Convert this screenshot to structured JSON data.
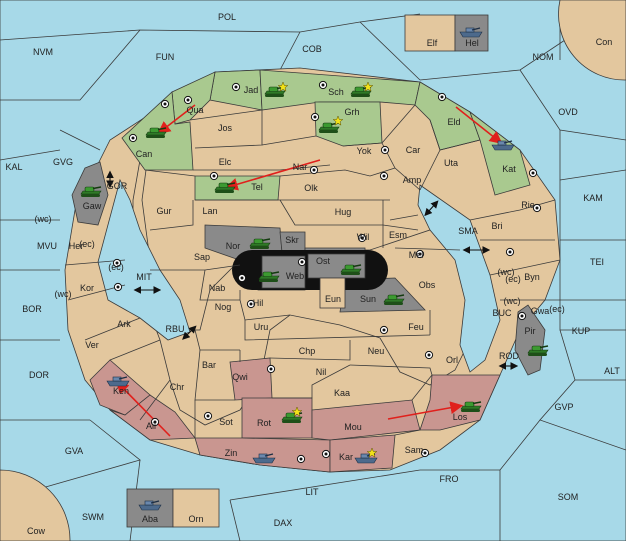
{
  "game": {
    "colors": {
      "sea": "#a7d9e8",
      "land": "#e3c79e",
      "green_power": "#a9c98f",
      "red_power": "#c99690",
      "grey_power": "#8a8a8a",
      "black_power": "#111111",
      "order_arrow": "#e0201c"
    },
    "unit_icons": {
      "army": "tank-icon",
      "fleet": "ship-icon",
      "supply": "supply-center-icon",
      "capture": "star-icon"
    },
    "sea_labels": [
      "POL",
      "NVM",
      "FUN",
      "COB",
      "NOM",
      "Con",
      "OVD",
      "KAL",
      "GVG",
      "KAM",
      "MVU",
      "TEI",
      "BOR",
      "KUP",
      "DOR",
      "ALT",
      "GVP",
      "GVA",
      "FRO",
      "SOM",
      "SWM",
      "LIT",
      "DAX",
      "Cow",
      "GOR",
      "MIT",
      "RBU",
      "SMA",
      "BUC",
      "ROD"
    ],
    "territories": [
      {
        "name": "Jad",
        "owner": "green",
        "unit": "army",
        "star": true
      },
      {
        "name": "Sch",
        "owner": "green",
        "unit": "army",
        "star": true
      },
      {
        "name": "Grh",
        "owner": "green",
        "unit": "army",
        "star": true
      },
      {
        "name": "Qua",
        "owner": "green",
        "unit": ""
      },
      {
        "name": "Can",
        "owner": "green",
        "unit": "army"
      },
      {
        "name": "Tel",
        "owner": "green",
        "unit": "army"
      },
      {
        "name": "Eld",
        "owner": "green",
        "unit": ""
      },
      {
        "name": "Kat",
        "owner": "green",
        "unit": "fleet"
      },
      {
        "name": "Jos",
        "owner": "neutral",
        "unit": ""
      },
      {
        "name": "Elc",
        "owner": "neutral",
        "unit": ""
      },
      {
        "name": "Nar",
        "owner": "neutral",
        "unit": ""
      },
      {
        "name": "Yok",
        "owner": "neutral",
        "unit": ""
      },
      {
        "name": "Car",
        "owner": "neutral",
        "unit": ""
      },
      {
        "name": "Uta",
        "owner": "neutral",
        "unit": ""
      },
      {
        "name": "Amp",
        "owner": "neutral",
        "unit": ""
      },
      {
        "name": "Olk",
        "owner": "neutral",
        "unit": ""
      },
      {
        "name": "Gur",
        "owner": "neutral",
        "unit": ""
      },
      {
        "name": "Lan",
        "owner": "neutral",
        "unit": ""
      },
      {
        "name": "Hug",
        "owner": "neutral",
        "unit": ""
      },
      {
        "name": "Rie",
        "owner": "neutral",
        "unit": ""
      },
      {
        "name": "Bri",
        "owner": "neutral",
        "unit": ""
      },
      {
        "name": "Wil",
        "owner": "neutral",
        "unit": ""
      },
      {
        "name": "Esm",
        "owner": "neutral",
        "unit": ""
      },
      {
        "name": "Mel",
        "owner": "neutral",
        "unit": ""
      },
      {
        "name": "Byn",
        "owner": "neutral",
        "unit": ""
      },
      {
        "name": "Gaw",
        "owner": "grey",
        "unit": "army"
      },
      {
        "name": "Her",
        "owner": "neutral",
        "unit": ""
      },
      {
        "name": "Nor",
        "owner": "grey",
        "unit": "army"
      },
      {
        "name": "Skr",
        "owner": "grey",
        "unit": ""
      },
      {
        "name": "Ost",
        "owner": "grey",
        "unit": "army"
      },
      {
        "name": "Web",
        "owner": "grey",
        "unit": "army"
      },
      {
        "name": "Sap",
        "owner": "neutral",
        "unit": ""
      },
      {
        "name": "Kor",
        "owner": "neutral",
        "unit": ""
      },
      {
        "name": "Nab",
        "owner": "neutral",
        "unit": ""
      },
      {
        "name": "Eun",
        "owner": "neutral",
        "unit": ""
      },
      {
        "name": "Sun",
        "owner": "grey",
        "unit": "army"
      },
      {
        "name": "Obs",
        "owner": "neutral",
        "unit": ""
      },
      {
        "name": "Gwa",
        "owner": "neutral",
        "unit": ""
      },
      {
        "name": "Pir",
        "owner": "grey",
        "unit": "army"
      },
      {
        "name": "Ark",
        "owner": "neutral",
        "unit": ""
      },
      {
        "name": "Nog",
        "owner": "neutral",
        "unit": ""
      },
      {
        "name": "Hil",
        "owner": "neutral",
        "unit": ""
      },
      {
        "name": "Uru",
        "owner": "neutral",
        "unit": ""
      },
      {
        "name": "Feu",
        "owner": "neutral",
        "unit": ""
      },
      {
        "name": "Ver",
        "owner": "neutral",
        "unit": ""
      },
      {
        "name": "Chp",
        "owner": "neutral",
        "unit": ""
      },
      {
        "name": "Neu",
        "owner": "neutral",
        "unit": ""
      },
      {
        "name": "Bar",
        "owner": "neutral",
        "unit": ""
      },
      {
        "name": "Qwi",
        "owner": "red",
        "unit": ""
      },
      {
        "name": "Nil",
        "owner": "neutral",
        "unit": ""
      },
      {
        "name": "Orl",
        "owner": "neutral",
        "unit": ""
      },
      {
        "name": "Chr",
        "owner": "neutral",
        "unit": ""
      },
      {
        "name": "Kaa",
        "owner": "neutral",
        "unit": ""
      },
      {
        "name": "Ken",
        "owner": "red",
        "unit": "fleet"
      },
      {
        "name": "Ail",
        "owner": "red",
        "unit": ""
      },
      {
        "name": "Rot",
        "owner": "red",
        "unit": "army",
        "star": true
      },
      {
        "name": "Sot",
        "owner": "neutral",
        "unit": ""
      },
      {
        "name": "Mou",
        "owner": "red",
        "unit": ""
      },
      {
        "name": "Los",
        "owner": "red",
        "unit": "army"
      },
      {
        "name": "Zin",
        "owner": "red",
        "unit": "fleet"
      },
      {
        "name": "Kar",
        "owner": "red",
        "unit": "fleet",
        "star": true
      },
      {
        "name": "Sam",
        "owner": "neutral",
        "unit": ""
      },
      {
        "name": "Elf",
        "owner": "neutral",
        "unit": ""
      },
      {
        "name": "Hel",
        "owner": "grey",
        "unit": "fleet"
      },
      {
        "name": "Aba",
        "owner": "grey",
        "unit": "fleet"
      },
      {
        "name": "Orn",
        "owner": "neutral",
        "unit": ""
      }
    ],
    "coast_marks": {
      "ec": "(ec)",
      "wc": "(wc)"
    }
  }
}
